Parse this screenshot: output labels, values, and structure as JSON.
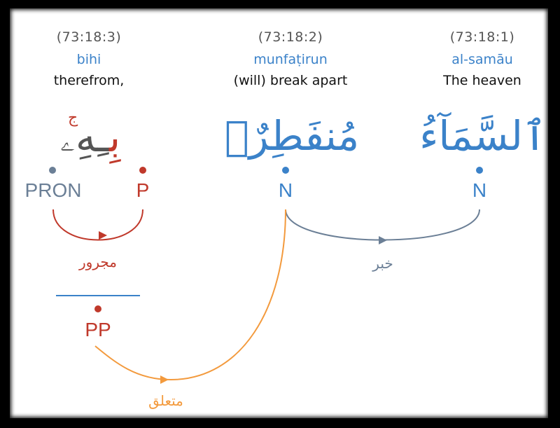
{
  "colors": {
    "blue": "#3b82c9",
    "red": "#c0392b",
    "slate": "#6b7f96",
    "orange": "#f39a3d",
    "dark": "#555555"
  },
  "words": [
    {
      "location": "(73:18:3)",
      "translit": "bihi",
      "gloss": "therefrom,",
      "arabic_dark": "ـِهِۦ",
      "arabic_red": "بِ",
      "arabic_mark": "ج"
    },
    {
      "location": "(73:18:2)",
      "translit": "munfaṭirun",
      "gloss": "(will) break apart",
      "arabic": "مُنفَطِرٌۢ"
    },
    {
      "location": "(73:18:1)",
      "translit": "al-samāu",
      "gloss": "The heaven",
      "arabic": "ٱلسَّمَآءُ"
    }
  ],
  "tags": {
    "pron": "PRON",
    "p": "P",
    "n2": "N",
    "n1": "N",
    "pp": "PP"
  },
  "relations": {
    "majrur": "مجرور",
    "khabar": "خبر",
    "mutaalliq": "متعلق"
  }
}
